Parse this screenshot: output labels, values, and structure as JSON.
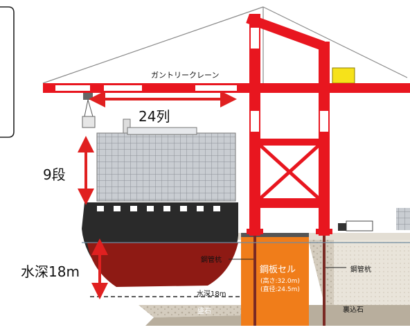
{
  "labels": {
    "gantry_crane": "ガントリークレーン",
    "columns": "24列",
    "tiers": "9段",
    "depth": "水深18m",
    "depth_mark": "水深18m",
    "pile_left": "鋼管杭",
    "pile_right": "鋼管杭",
    "steel_cell": "鋼板セル",
    "cell_height": "(高さ:32.0m)",
    "cell_diameter": "(直径:24.5m)",
    "mound": "盛石",
    "backfill": "裏込石"
  },
  "colors": {
    "crane_red": "#e8161f",
    "arrow_red": "#e02020",
    "hull_dark": "#2a2a2a",
    "hull_red": "#8e1a14",
    "container_gray": "#c9cdd2",
    "cell_orange": "#f07d1a",
    "cabin_yellow": "#f6e21a",
    "stone": "#cfc6b8"
  }
}
